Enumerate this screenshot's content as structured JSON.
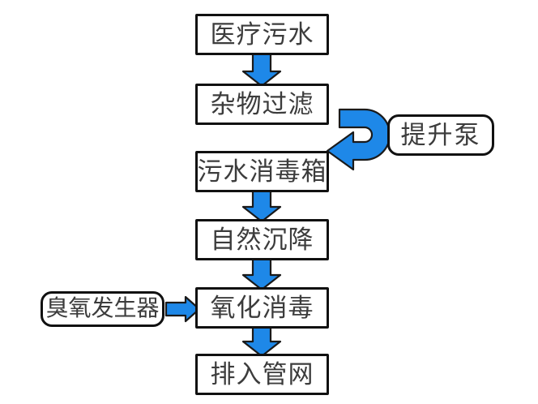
{
  "diagram": {
    "type": "flowchart",
    "direction": "top-to-bottom",
    "colors": {
      "arrow_fill": "#1e88e8",
      "arrow_outline": "#1a1a1a",
      "node_border": "#111111",
      "node_fill": "#ffffff",
      "label_text": "#3c3c3c",
      "background": "#ffffff"
    },
    "main_nodes": [
      {
        "label": "医疗污水"
      },
      {
        "label": "杂物过滤"
      },
      {
        "label": "污水消毒箱"
      },
      {
        "label": "自然沉降"
      },
      {
        "label": "氧化消毒"
      },
      {
        "label": "排入管网"
      }
    ],
    "side_nodes": [
      {
        "label": "提升泵",
        "shape": "rounded-rect",
        "side": "right",
        "between": [
          "杂物过滤",
          "污水消毒箱"
        ]
      },
      {
        "label": "臭氧发生器",
        "shape": "rounded-rect",
        "side": "left",
        "feeds": "氧化消毒"
      }
    ],
    "edges": [
      {
        "from": "医疗污水",
        "to": "杂物过滤",
        "style": "block-arrow-down"
      },
      {
        "from": "杂物过滤",
        "to": "污水消毒箱",
        "style": "u-turn-block-arrow-right",
        "via_label": "提升泵"
      },
      {
        "from": "污水消毒箱",
        "to": "自然沉降",
        "style": "block-arrow-down"
      },
      {
        "from": "自然沉降",
        "to": "氧化消毒",
        "style": "block-arrow-down"
      },
      {
        "from": "臭氧发生器",
        "to": "氧化消毒",
        "style": "block-arrow-right"
      },
      {
        "from": "氧化消毒",
        "to": "排入管网",
        "style": "block-arrow-down"
      }
    ]
  }
}
